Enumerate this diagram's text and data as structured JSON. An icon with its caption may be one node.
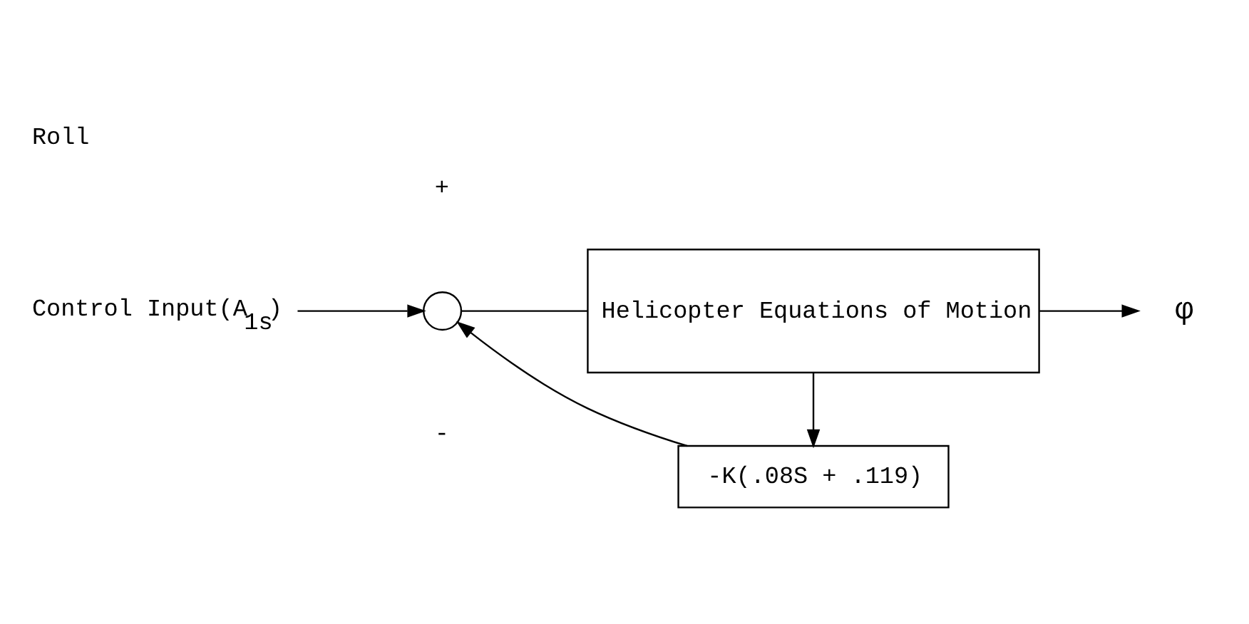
{
  "diagram": {
    "title": "Roll",
    "nodes": [
      {
        "text": [
          "Control Input(A$_{1s}$)"
        ]
      },
      {
        "text": [],
        "shape": "circle"
      },
      {
        "text": [
          "Helicopter Equations of Motion"
        ]
      },
      {
        "text": [
          "φ"
        ]
      },
      {
        "text": [
          "-K(.08S + .119)"
        ]
      }
    ],
    "edges": [
      {
        "from": 0,
        "to": 1,
        "arrow": "to"
      },
      {
        "from": 1,
        "to": 2,
        "arrow": "none"
      },
      {
        "from": 2,
        "to": 3,
        "arrow": "to"
      },
      {
        "from": 2,
        "to": 4,
        "arrow": "to"
      },
      {
        "from": 4,
        "to": 1,
        "arrow": "to"
      }
    ],
    "labels": [
      "+",
      "-"
    ]
  }
}
